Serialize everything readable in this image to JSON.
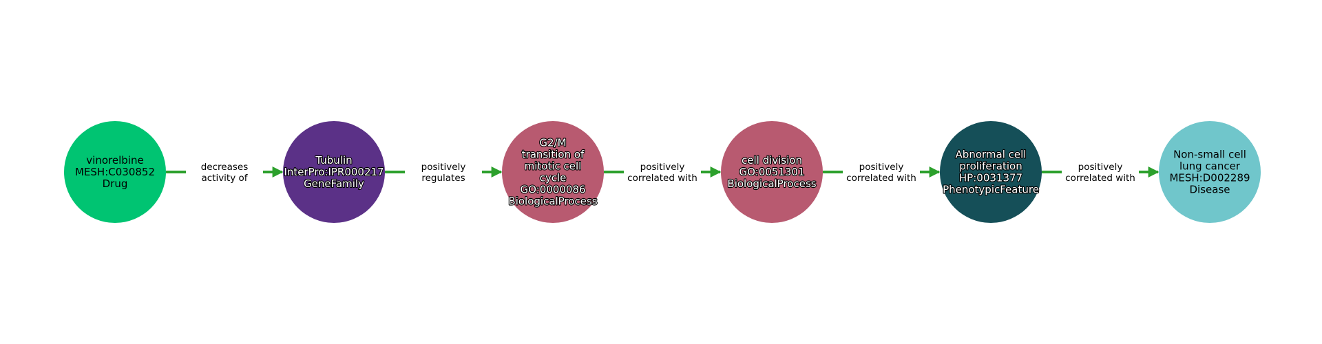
{
  "colors": {
    "edge": "#2ca02c",
    "drug": "#00c472",
    "gene_family": "#5b3187",
    "biological_process": "#b85a70",
    "phenotypic_feature": "#154f58",
    "disease": "#70c6cb"
  },
  "nodes": [
    {
      "id": "vinorelbine",
      "lines": [
        "vinorelbine",
        "MESH:C030852",
        "Drug"
      ],
      "color_key": "drug",
      "text_style": "dark"
    },
    {
      "id": "tubulin",
      "lines": [
        "Tubulin",
        "InterPro:IPR000217",
        "GeneFamily"
      ],
      "color_key": "gene_family",
      "text_style": "light"
    },
    {
      "id": "g2m",
      "lines": [
        "G2/M",
        "transition of",
        "mitotic cell",
        "cycle",
        "GO:0000086",
        "BiologicalProcess"
      ],
      "color_key": "biological_process",
      "text_style": "light"
    },
    {
      "id": "cell-division",
      "lines": [
        "cell division",
        "GO:0051301",
        "BiologicalProcess"
      ],
      "color_key": "biological_process",
      "text_style": "light"
    },
    {
      "id": "abnormal-cell-proliferation",
      "lines": [
        "Abnormal cell",
        "proliferation",
        "HP:0031377",
        "PhenotypicFeature"
      ],
      "color_key": "phenotypic_feature",
      "text_style": "light"
    },
    {
      "id": "nsclc",
      "lines": [
        "Non-small cell",
        "lung cancer",
        "MESH:D002289",
        "Disease"
      ],
      "color_key": "disease",
      "text_style": "dark"
    }
  ],
  "edges": [
    {
      "from": 0,
      "to": 1,
      "label_lines": [
        "decreases",
        "activity of"
      ]
    },
    {
      "from": 1,
      "to": 2,
      "label_lines": [
        "positively",
        "regulates"
      ]
    },
    {
      "from": 2,
      "to": 3,
      "label_lines": [
        "positively",
        "correlated with"
      ]
    },
    {
      "from": 3,
      "to": 4,
      "label_lines": [
        "positively",
        "correlated with"
      ]
    },
    {
      "from": 4,
      "to": 5,
      "label_lines": [
        "positively",
        "correlated with"
      ]
    }
  ]
}
